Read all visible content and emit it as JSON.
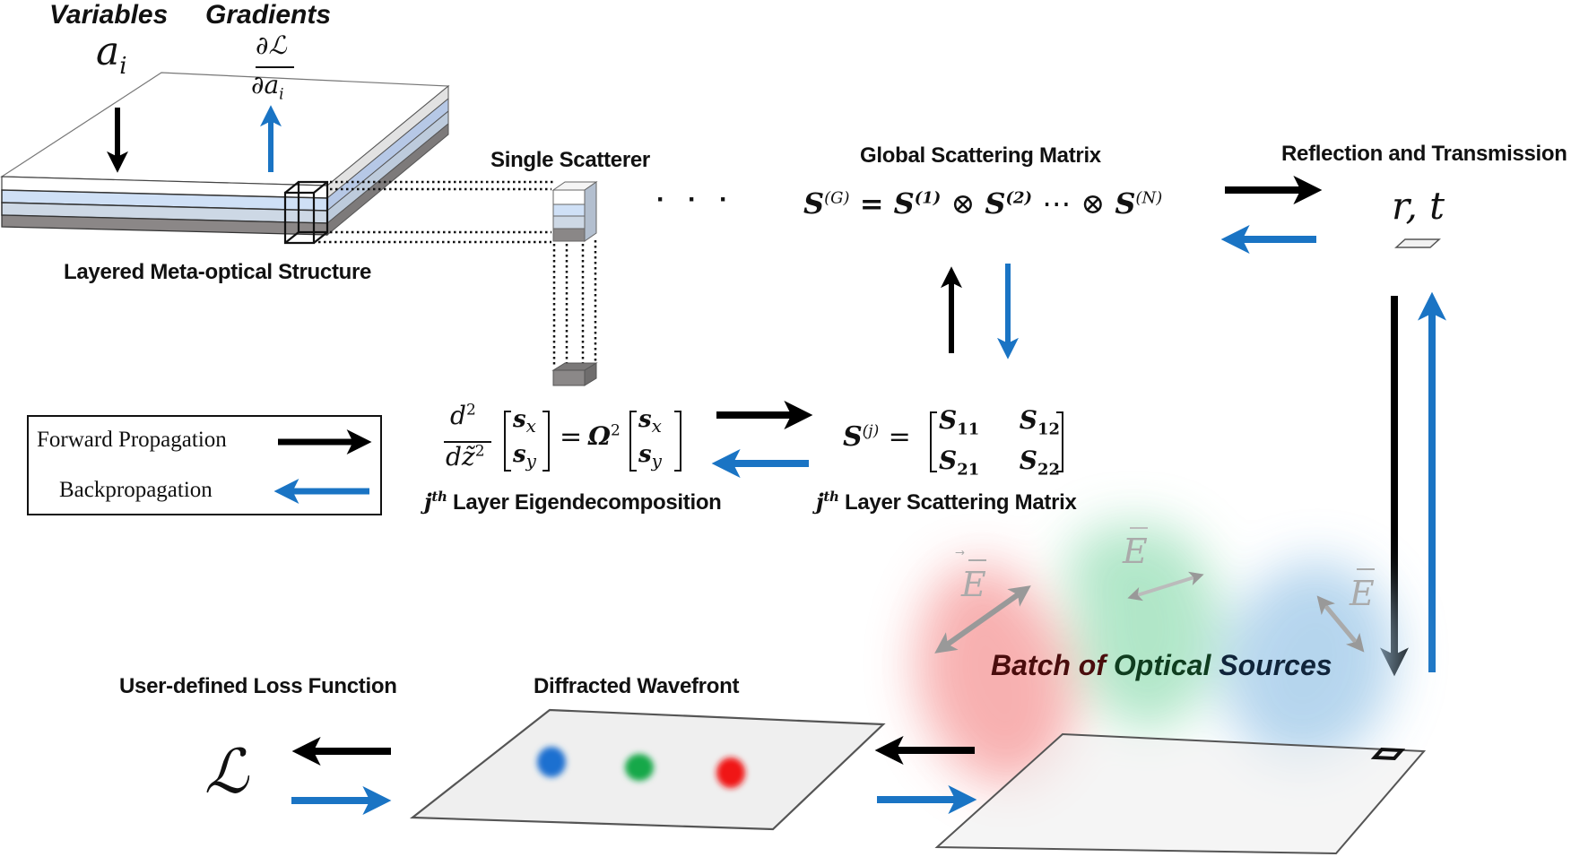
{
  "top": {
    "variables_label": "Variables",
    "gradients_label": "Gradients",
    "variable_symbol": "a",
    "variable_subscript": "i",
    "gradient_numerator": "∂ℒ",
    "gradient_denominator": "∂a",
    "gradient_denominator_sub": "i"
  },
  "structure": {
    "layered_label": "Layered Meta-optical Structure",
    "single_scatterer_label": "Single Scatterer",
    "ellipsis": "·   ·   ·"
  },
  "global_matrix": {
    "title": "Global Scattering Matrix",
    "S": "S",
    "sup_G": "(G)",
    "equals": "=",
    "sup_1": "(1)",
    "otimes": "⊗",
    "sup_2": "(2)",
    "dots": "⋯",
    "sup_N": "(N)"
  },
  "reflection": {
    "title": "Reflection and Transmission",
    "symbol": "r, t"
  },
  "legend": {
    "forward_label": "Forward Propagation",
    "backward_label": "Backpropagation"
  },
  "eigen": {
    "d2": "d",
    "d2_sup": "2",
    "dz": "dz̃",
    "dz_sup": "2",
    "sx": "s",
    "sx_sub": "x",
    "sy": "s",
    "sy_sub": "y",
    "equals": "=",
    "omega": "Ω",
    "omega_sup": "2",
    "caption_j": "j",
    "caption_sup": "th",
    "caption": " Layer Eigendecomposition"
  },
  "layer_matrix": {
    "S": "S",
    "sup_j": "(j)",
    "equals": "=",
    "s11": "S",
    "s11_sub": "11",
    "s12": "S",
    "s12_sub": "12",
    "s21": "S",
    "s21_sub": "21",
    "s22": "S",
    "s22_sub": "22",
    "caption_j": "j",
    "caption_sup": "th",
    "caption": " Layer Scattering Matrix"
  },
  "sources": {
    "label_part1": "Batch of ",
    "label_part2": "Optical ",
    "label_part3": "Sources",
    "e_field": "E",
    "colors": {
      "red": "#f4a0a0",
      "green": "#a8e0bf",
      "blue": "#a9cfea"
    }
  },
  "bottom": {
    "loss_label": "User-defined Loss Function",
    "loss_symbol": "ℒ",
    "wavefront_label": "Diffracted Wavefront",
    "spot_colors": [
      "#1f6fd0",
      "#17a84a",
      "#f01818"
    ]
  },
  "colors": {
    "forward_arrow": "#000000",
    "backward_arrow": "#1a74c4"
  }
}
